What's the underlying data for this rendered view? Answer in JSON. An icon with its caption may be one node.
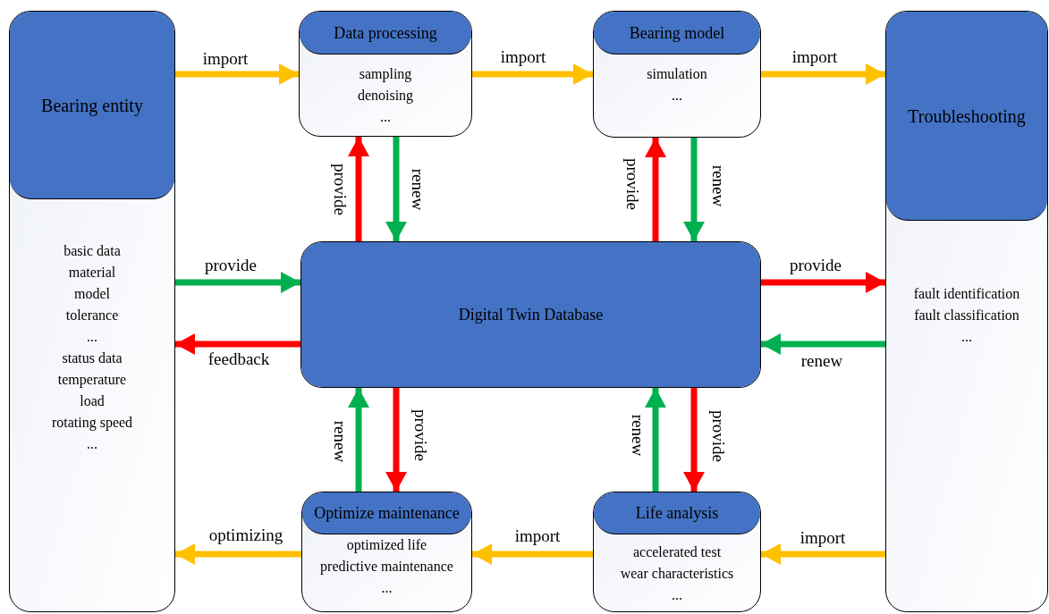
{
  "diagram": {
    "nodes": [
      {
        "text": [
          "Bearing entity",
          "basic data",
          "material",
          "model",
          "tolerance",
          "...",
          "status data",
          "temperature",
          "load",
          "rotating speed",
          "..."
        ]
      },
      {
        "text": [
          "Data processing",
          "sampling",
          "denoising",
          "..."
        ]
      },
      {
        "text": [
          "Bearing model",
          "simulation",
          "..."
        ]
      },
      {
        "text": [
          "Troubleshooting",
          "fault identification",
          "fault classification",
          "..."
        ]
      },
      {
        "text": [
          "Digital Twin Database"
        ]
      },
      {
        "text": [
          "Optimize maintenance",
          "optimized life",
          "predictive maintenance",
          "..."
        ]
      },
      {
        "text": [
          "Life analysis",
          "accelerated test",
          "wear characteristics",
          "..."
        ]
      }
    ],
    "edges": [
      {
        "from": 0,
        "to": 1,
        "arrow": "to",
        "label": "import",
        "color": "#ffc000"
      },
      {
        "from": 1,
        "to": 2,
        "arrow": "to",
        "label": "import",
        "color": "#ffc000"
      },
      {
        "from": 2,
        "to": 3,
        "arrow": "to",
        "label": "import",
        "color": "#ffc000"
      },
      {
        "from": 4,
        "to": 1,
        "arrow": "to",
        "label": "provide",
        "color": "#ff0000"
      },
      {
        "from": 1,
        "to": 4,
        "arrow": "to",
        "label": "renew",
        "color": "#00b050"
      },
      {
        "from": 4,
        "to": 2,
        "arrow": "to",
        "label": "provide",
        "color": "#ff0000"
      },
      {
        "from": 2,
        "to": 4,
        "arrow": "to",
        "label": "renew",
        "color": "#00b050"
      },
      {
        "from": 0,
        "to": 4,
        "arrow": "to",
        "label": "provide",
        "color": "#00b050"
      },
      {
        "from": 4,
        "to": 0,
        "arrow": "to",
        "label": "feedback",
        "color": "#ff0000"
      },
      {
        "from": 4,
        "to": 3,
        "arrow": "to",
        "label": "provide",
        "color": "#ff0000"
      },
      {
        "from": 3,
        "to": 4,
        "arrow": "to",
        "label": "renew",
        "color": "#00b050"
      },
      {
        "from": 5,
        "to": 4,
        "arrow": "to",
        "label": "renew",
        "color": "#00b050"
      },
      {
        "from": 4,
        "to": 5,
        "arrow": "to",
        "label": "provide",
        "color": "#ff0000"
      },
      {
        "from": 6,
        "to": 4,
        "arrow": "to",
        "label": "renew",
        "color": "#00b050"
      },
      {
        "from": 4,
        "to": 6,
        "arrow": "to",
        "label": "provide",
        "color": "#ff0000"
      },
      {
        "from": 5,
        "to": 0,
        "arrow": "to",
        "label": "optimizing",
        "color": "#ffc000"
      },
      {
        "from": 6,
        "to": 5,
        "arrow": "to",
        "label": "import",
        "color": "#ffc000"
      },
      {
        "from": 3,
        "to": 6,
        "arrow": "to",
        "label": "import",
        "color": "#ffc000"
      }
    ]
  }
}
